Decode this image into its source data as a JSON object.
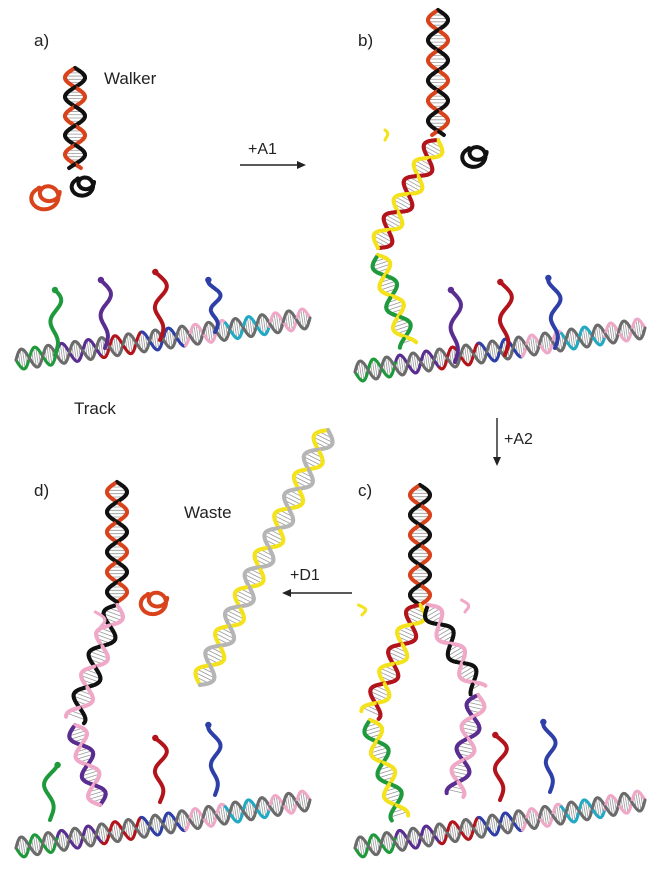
{
  "panels": [
    {
      "id": "a",
      "label": "a)"
    },
    {
      "id": "b",
      "label": "b)"
    },
    {
      "id": "c",
      "label": "c)"
    },
    {
      "id": "d",
      "label": "d)"
    }
  ],
  "labels": {
    "walker": "Walker",
    "track": "Track",
    "waste": "Waste"
  },
  "arrows": [
    {
      "id": "a1",
      "label": "+A1"
    },
    {
      "id": "a2",
      "label": "+A2"
    },
    {
      "id": "d1",
      "label": "+D1"
    }
  ],
  "colors": {
    "walker_a": "#d9431c",
    "walker_b": "#111111",
    "green": "#1e9a3c",
    "purple": "#5a2d91",
    "red": "#b3141c",
    "blue": "#2e3fa8",
    "pink": "#f0a8c8",
    "cyan": "#22a9c4",
    "yellow": "#f4e21c",
    "grey": "#b5b5b5"
  }
}
